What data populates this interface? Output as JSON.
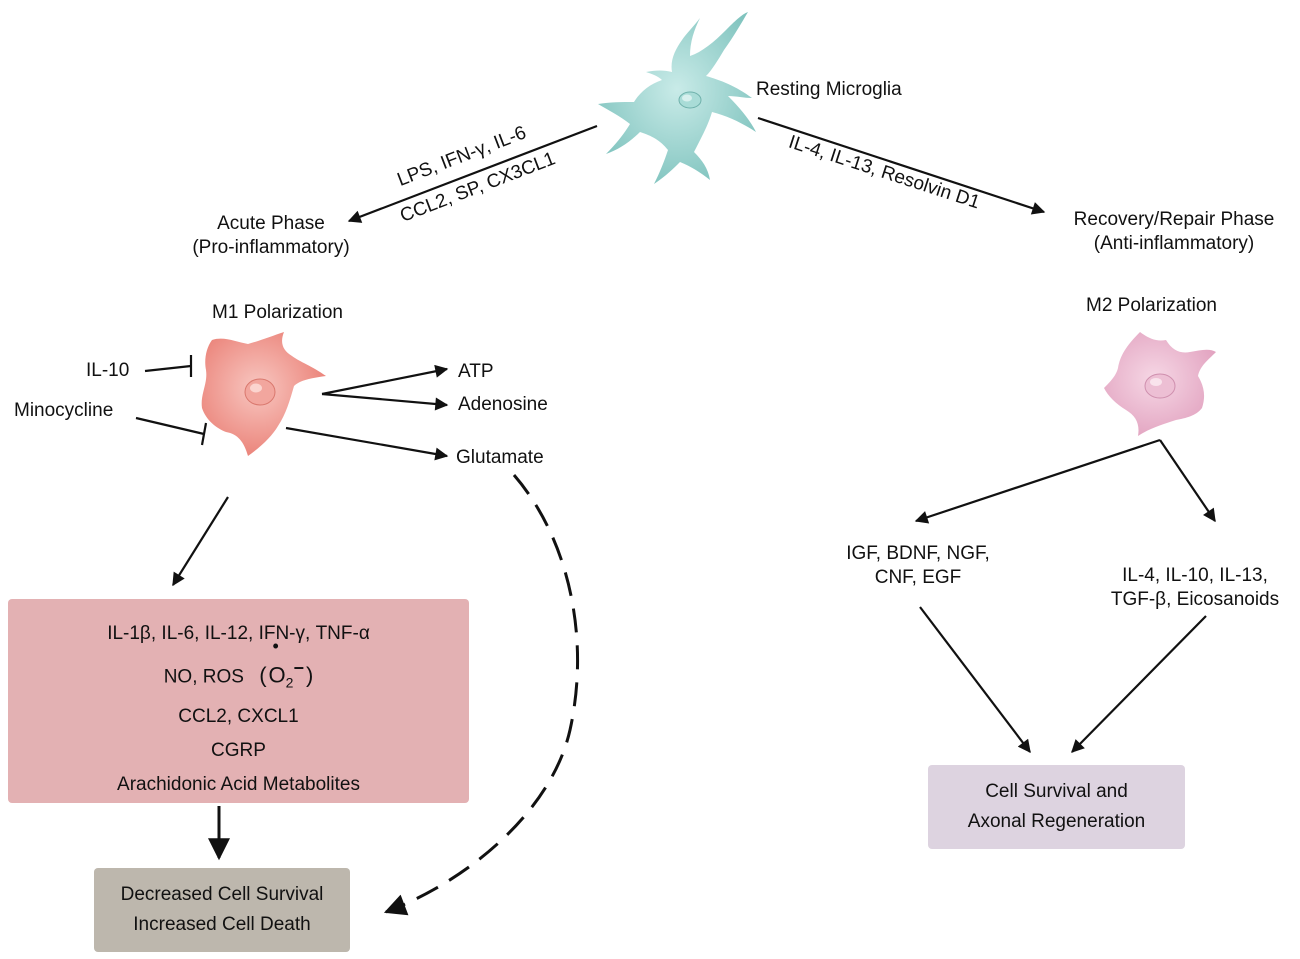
{
  "colors": {
    "resting": "#8ecdc8",
    "m1": "#ee8f86",
    "m2": "#e9b3cb",
    "pro_box": "#e3b1b3",
    "death_box": "#bdb7ad",
    "survival_box": "#ddd3e0",
    "arrow": "#111111"
  },
  "resting": {
    "label": "Resting Microglia"
  },
  "acute": {
    "line1": "Acute Phase",
    "line2": "(Pro-inflammatory)"
  },
  "recovery": {
    "line1": "Recovery/Repair Phase",
    "line2": "(Anti-inflammatory)"
  },
  "left_arrow_labels": {
    "upper": "LPS, IFN-γ, IL-6",
    "lower": "CCL2, SP, CX3CL1"
  },
  "right_arrow_label": "IL-4, IL-13, Resolvin D1",
  "m1": {
    "title": "M1 Polarization",
    "inhibitors": [
      "IL-10",
      "Minocycline"
    ],
    "outputs": [
      "ATP",
      "Adenosine",
      "Glutamate"
    ]
  },
  "m2": {
    "title": "M2 Polarization"
  },
  "pro_box": {
    "line1": "IL-1β, IL-6, IL-12, IFN-γ, TNF-α",
    "line2": "NO, ROS",
    "superoxide": {
      "base": "O",
      "sub": "2",
      "charge": "−"
    },
    "line3": "CCL2, CXCL1",
    "line4": "CGRP",
    "line5": "Arachidonic Acid Metabolites"
  },
  "death_box": {
    "line1": "Decreased Cell Survival",
    "line2": "Increased Cell Death"
  },
  "m2_outputs": {
    "left": {
      "line1": "IGF, BDNF, NGF,",
      "line2": "CNF, EGF"
    },
    "right": {
      "line1": "IL-4, IL-10, IL-13,",
      "line2": "TGF-β, Eicosanoids"
    }
  },
  "survival_box": {
    "line1": "Cell Survival and",
    "line2": "Axonal Regeneration"
  }
}
